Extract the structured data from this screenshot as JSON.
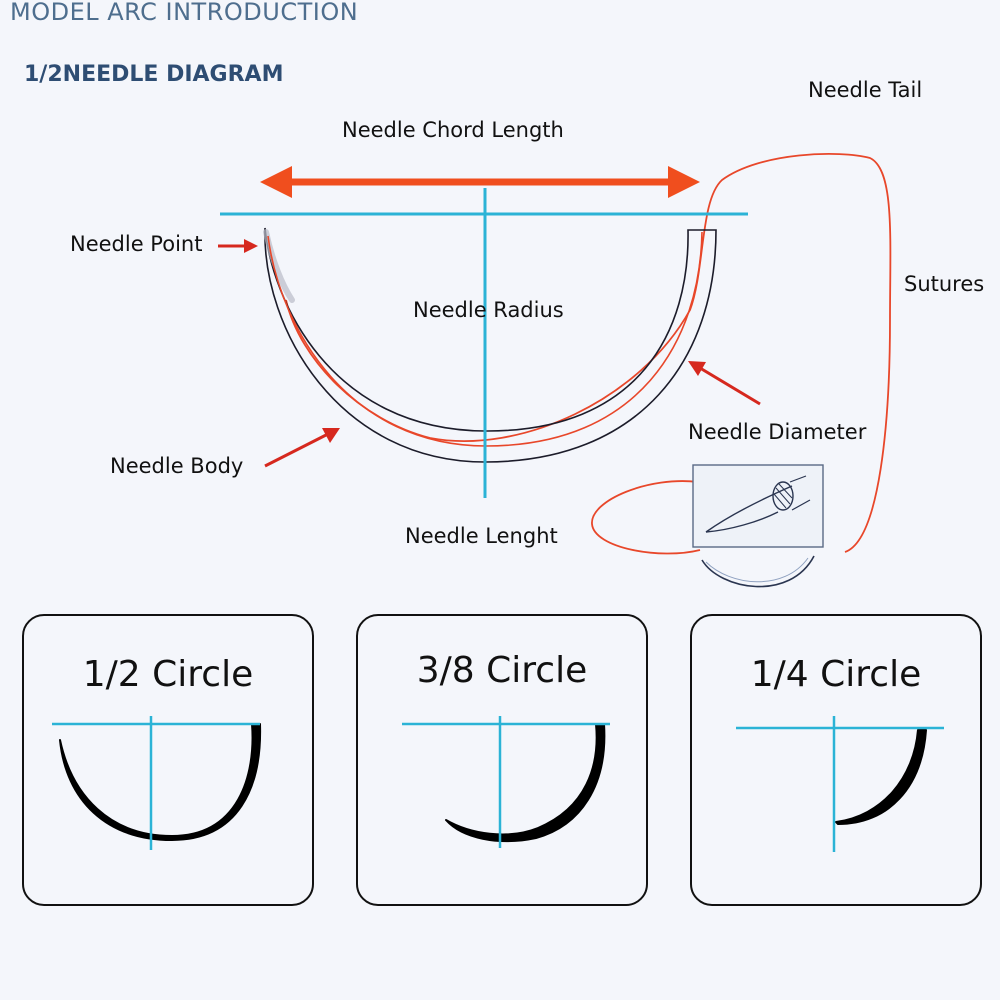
{
  "header": {
    "title": "MODEL ARC INTRODUCTION",
    "subtitle": "1/2NEEDLE DIAGRAM"
  },
  "labels": {
    "needle_tail": "Needle Tail",
    "chord_length": "Needle Chord Length",
    "needle_point": "Needle Point",
    "sutures": "Sutures",
    "needle_radius": "Needle Radius",
    "needle_diameter": "Needle Diameter",
    "needle_body": "Needle Body",
    "needle_length": "Needle Lenght"
  },
  "colors": {
    "accent_cyan": "#2bb3d6",
    "arrow_orange": "#f04e1e",
    "suture_red": "#e8472a",
    "pointer_red": "#d6281e",
    "needle_outline": "#1c1c2a"
  },
  "cards": [
    {
      "title": "1/2 Circle"
    },
    {
      "title": "3/8 Circle"
    },
    {
      "title": "1/4 Circle"
    }
  ]
}
